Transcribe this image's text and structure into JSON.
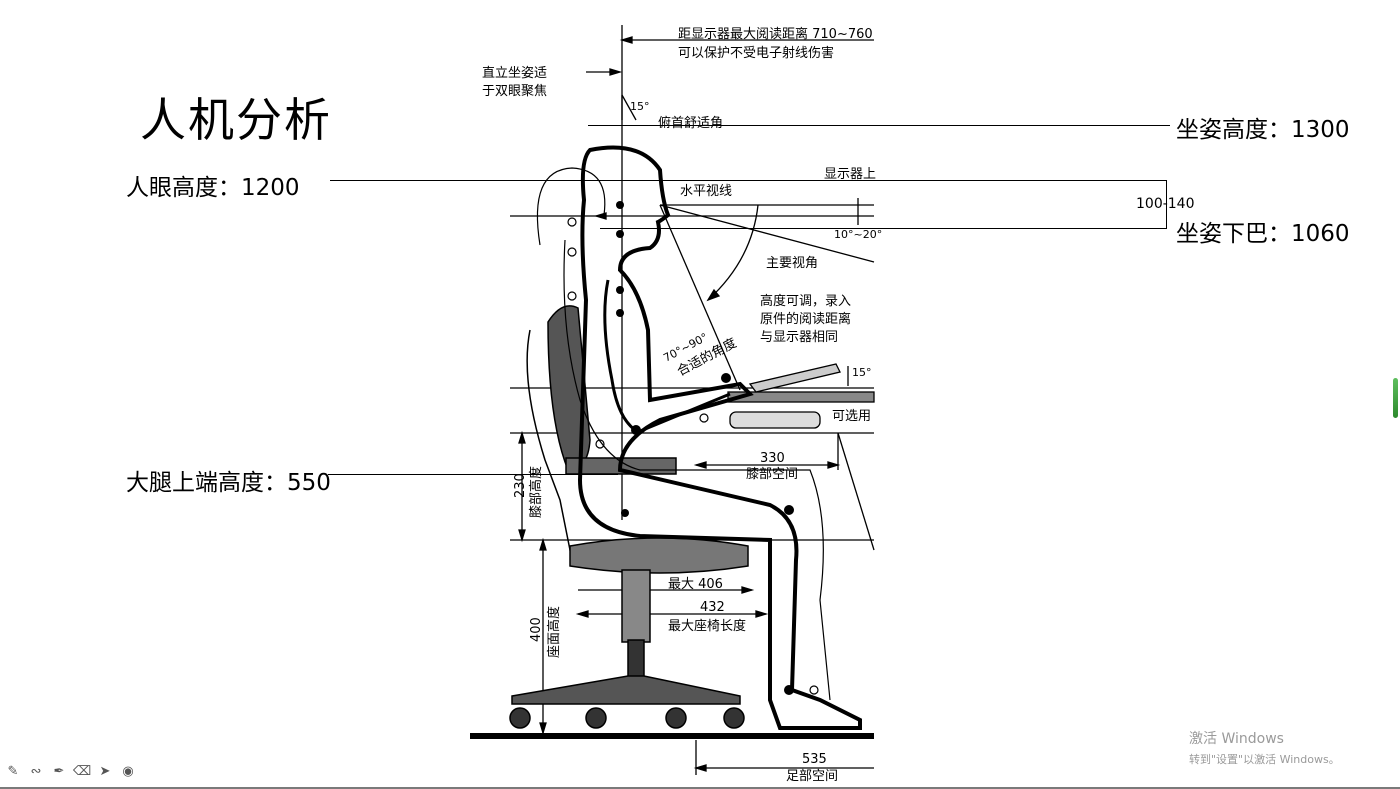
{
  "slide": {
    "title": "人机分析"
  },
  "callouts": {
    "eye_height": "人眼高度：1200",
    "sitting_height": "坐姿高度：1300",
    "chin_height": "坐姿下巴：1060",
    "thigh_height": "大腿上端高度：550",
    "range": "100-140"
  },
  "diagram": {
    "reading_distance_line1": "距显示器最大阅读距离  710~760",
    "reading_distance_line2": "可以保护不受电子射线伤害",
    "upright_line1": "直立坐姿适",
    "upright_line2": "于双眼聚焦",
    "angle_15_top": "15°",
    "head_comfort_angle": "俯首舒适角",
    "monitor_top": "显示器上",
    "horizontal_sight": "水平视线",
    "angle_10_20": "10°~20°",
    "main_view_angle": "主要视角",
    "adjustable_line1": "高度可调，录入",
    "adjustable_line2": "原件的阅读距离",
    "adjustable_line3": "与显示器相同",
    "elbow_angle": "70°~90°",
    "comfort_angle": "合适的角度",
    "angle_15_keyboard": "15°",
    "optional": "可选用",
    "knee_space_value": "330",
    "knee_space_label": "膝部空间",
    "knee_height_value": "230",
    "knee_height_label": "膝部高度",
    "max_406": "最大 406",
    "seat_depth_value": "432",
    "seat_depth_label": "最大座椅长度",
    "seat_height_value": "400",
    "seat_height_label": "座面高度",
    "foot_space_value": "535",
    "foot_space_label": "足部空间"
  },
  "watermark": {
    "line1": "激活 Windows",
    "line2": "转到\"设置\"以激活 Windows。"
  },
  "toolbar": {
    "tools": [
      "pen-icon",
      "squiggle-icon",
      "highlighter-icon",
      "eraser-icon",
      "pointer-icon",
      "record-icon"
    ]
  }
}
